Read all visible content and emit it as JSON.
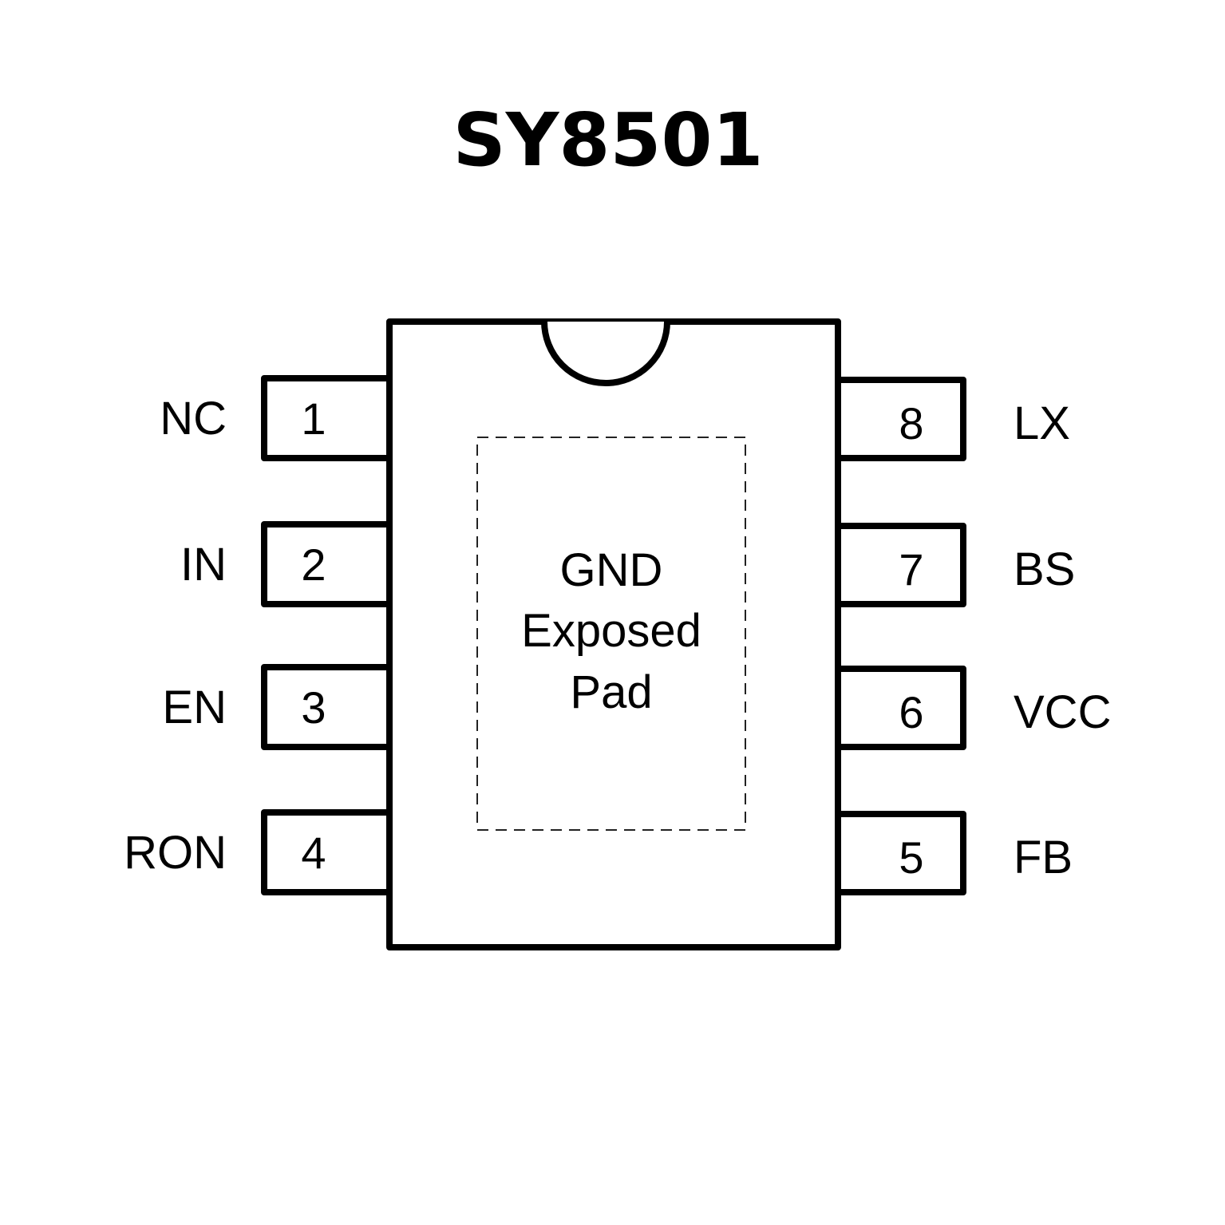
{
  "title": "SY8501",
  "package": {
    "pin1_notch": true,
    "exposed_pad": {
      "lines": [
        "GND",
        "Exposed",
        "Pad"
      ]
    }
  },
  "pins": {
    "left": [
      {
        "number": "1",
        "name": "NC"
      },
      {
        "number": "2",
        "name": "IN"
      },
      {
        "number": "3",
        "name": "EN"
      },
      {
        "number": "4",
        "name": "RON"
      }
    ],
    "right": [
      {
        "number": "8",
        "name": "LX"
      },
      {
        "number": "7",
        "name": "BS"
      },
      {
        "number": "6",
        "name": "VCC"
      },
      {
        "number": "5",
        "name": "FB"
      }
    ]
  },
  "colors": {
    "stroke": "#000000",
    "background": "#ffffff"
  }
}
